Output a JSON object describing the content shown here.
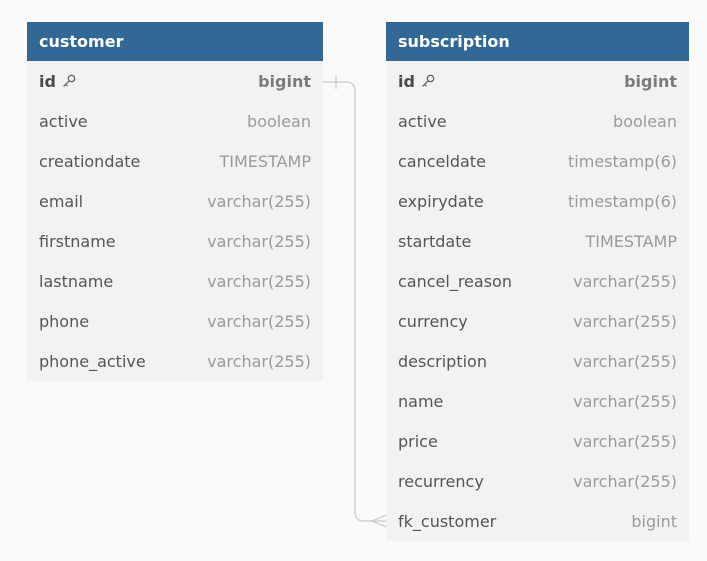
{
  "tables": [
    {
      "name": "customer",
      "fields": [
        {
          "name": "id",
          "type": "bigint",
          "pk": true
        },
        {
          "name": "active",
          "type": "boolean"
        },
        {
          "name": "creationdate",
          "type": "TIMESTAMP"
        },
        {
          "name": "email",
          "type": "varchar(255)"
        },
        {
          "name": "firstname",
          "type": "varchar(255)"
        },
        {
          "name": "lastname",
          "type": "varchar(255)"
        },
        {
          "name": "phone",
          "type": "varchar(255)"
        },
        {
          "name": "phone_active",
          "type": "varchar(255)"
        }
      ]
    },
    {
      "name": "subscription",
      "fields": [
        {
          "name": "id",
          "type": "bigint",
          "pk": true
        },
        {
          "name": "active",
          "type": "boolean"
        },
        {
          "name": "canceldate",
          "type": "timestamp(6)"
        },
        {
          "name": "expirydate",
          "type": "timestamp(6)"
        },
        {
          "name": "startdate",
          "type": "TIMESTAMP"
        },
        {
          "name": "cancel_reason",
          "type": "varchar(255)"
        },
        {
          "name": "currency",
          "type": "varchar(255)"
        },
        {
          "name": "description",
          "type": "varchar(255)"
        },
        {
          "name": "name",
          "type": "varchar(255)"
        },
        {
          "name": "price",
          "type": "varchar(255)"
        },
        {
          "name": "recurrency",
          "type": "varchar(255)"
        },
        {
          "name": "fk_customer",
          "type": "bigint"
        }
      ]
    }
  ],
  "relation": {
    "from": "customer.id",
    "to": "subscription.fk_customer",
    "from_cardinality": "one",
    "to_cardinality": "many"
  },
  "colors": {
    "header_bg": "#316896",
    "header_text": "#ffffff",
    "table_bg": "#f2f2f2",
    "field_name": "#555555",
    "field_type": "#9a9a9a",
    "line": "#c8c8c8",
    "page_bg": "#fafafa"
  }
}
